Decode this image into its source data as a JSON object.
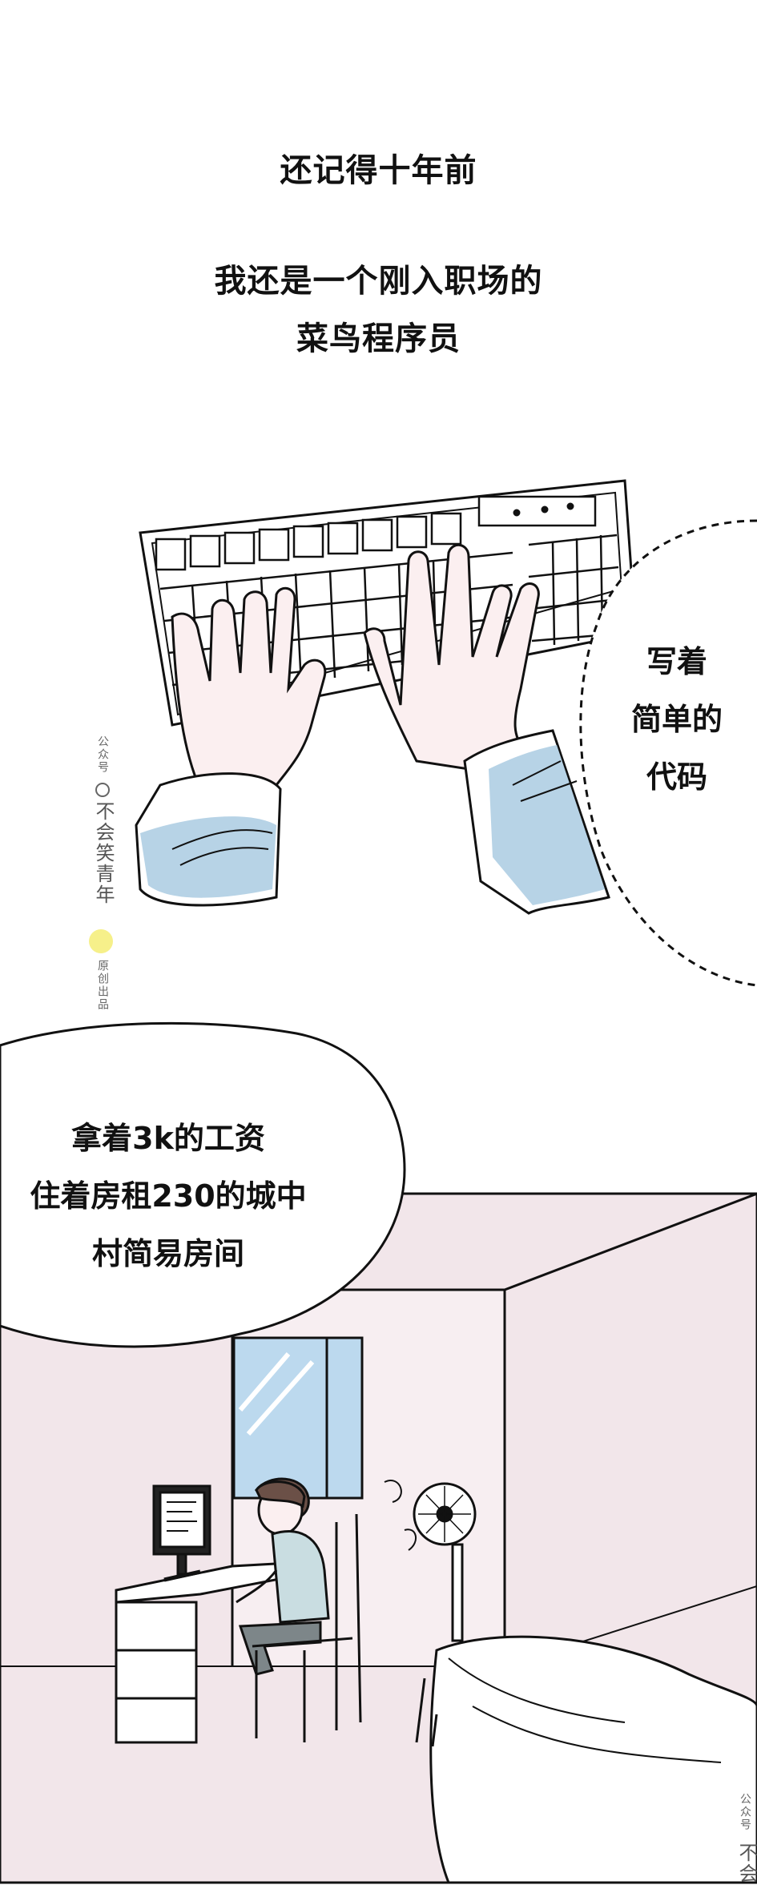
{
  "captions": {
    "line1": "还记得十年前",
    "line2": "我还是一个刚入职场的",
    "line3": "菜鸟程序员"
  },
  "bubble_right": {
    "line1": "写着",
    "line2": "简单的",
    "line3": "代码"
  },
  "bubble_left": {
    "line1": "拿着3k的工资",
    "line2": "住着房租230的城中",
    "line3": "村简易房间"
  },
  "watermark": {
    "small_top": "公众号",
    "name": "不会笑青年",
    "bottom": "原创出品",
    "corner_small": "公众号",
    "corner_name": "不会"
  },
  "colors": {
    "sleeve_blue": "#b7d3e6",
    "skin": "#fbeff0",
    "room_pink": "#f2e6ea",
    "window_blue": "#bcd9ee"
  }
}
